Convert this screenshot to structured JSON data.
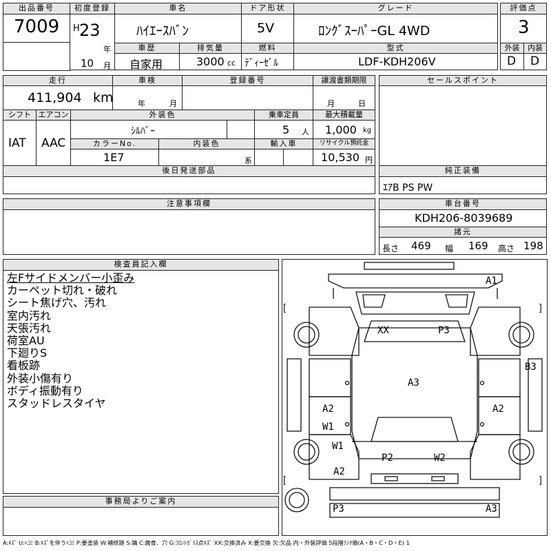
{
  "header_labels": {
    "lot_no": "出品番号",
    "first_reg": "初度登録",
    "car_name": "車名",
    "door": "ドア形状",
    "grade": "グレード",
    "score": "評価点",
    "history": "車歴",
    "displacement": "排気量",
    "fuel": "燃料",
    "model": "型式",
    "exterior": "外装",
    "interior": "内装"
  },
  "values": {
    "lot_no": "7009",
    "era": "H",
    "year": "23",
    "year_unit": "年",
    "month": "10",
    "month_unit": "月",
    "car_name": "ﾊｲｴｰｽﾊﾞﾝ",
    "door": "5V",
    "grade": "ﾛﾝｸﾞｽｰﾊﾟｰGL 4WD",
    "score": "3",
    "history": "自家用",
    "displacement": "3000",
    "displacement_unit": "cc",
    "fuel": "ﾃﾞｨｰｾﾞﾙ",
    "model": "LDF-KDH206V",
    "ext_score": "D",
    "int_score": "D"
  },
  "row2_labels": {
    "mileage": "走行",
    "inspection": "車検",
    "plate": "登録番号",
    "transfer": "譲渡書類期限",
    "sales_points": "セールスポイント",
    "shift": "シフト",
    "aircon": "エアコン",
    "ext_color": "外装色",
    "capacity": "乗車定員",
    "max_load": "最大積載量",
    "color_no": "カラーNo.",
    "int_color": "内装色",
    "import": "輸入車",
    "recycle": "リサイクル預託金",
    "later_parts": "後日発送部品",
    "equipment": "純正装備",
    "caution": "注意事項欄",
    "chassis_no": "車台番号",
    "specs": "諸元",
    "inspector": "検査員記入欄",
    "office": "事務局よりご案内"
  },
  "row2_values": {
    "mileage": "411,904",
    "mileage_unit": "km",
    "insp_year_unit": "年",
    "insp_month_unit": "月",
    "transfer_month": "月",
    "transfer_day": "日",
    "shift": "IAT",
    "aircon": "AAC",
    "ext_color": "ｼﾙﾊﾞｰ",
    "capacity": "5",
    "capacity_unit": "人",
    "max_load": "1,000",
    "max_load_unit": "kg",
    "color_no": "1E7",
    "int_color_unit": "系",
    "recycle": "10,530",
    "recycle_unit": "円",
    "equipment": "ｴｱB PS PW",
    "chassis_no": "KDH206-8039689",
    "length_label": "長さ",
    "length": "469",
    "width_label": "幅",
    "width": "169",
    "height_label": "高さ",
    "height": "198"
  },
  "inspector_notes": [
    "左Fサイドメンバー小歪み",
    "カーペット切れ・破れ",
    "シート焦げ穴、汚れ",
    "室内汚れ",
    "天張汚れ",
    "荷室AU",
    "下廻りS",
    "看板跡",
    "外装小傷有り",
    "ボディ振動有り",
    "スタッドレスタイヤ"
  ],
  "diagram_labels": {
    "a1": "A1",
    "xx": "XX",
    "p3_top": "P3",
    "b3": "B3",
    "a3_mid": "A3",
    "a2_left": "A2",
    "w1_a": "W1",
    "a2_right": "A2",
    "w1_b": "W1",
    "p2": "P2",
    "w2": "W2",
    "a2_bottom": "A2",
    "p3_bottom": "P3",
    "a3_bottom": "A3"
  },
  "legend": "A:ｷｽﾞ U:ﾍｺﾐ B:ｷｽﾞを伴うﾍｺﾐ P:要塗装 W:補修跡 S:錆 C:腐食、穴 G:ﾌﾛﾝﾄｶﾞﾗｽ点ｷｽﾞ XX:交換済み X:要交換 欠:欠品 内・外装評価 5段階ﾗﾝｸ順(A・B・C・D・E) 1"
}
